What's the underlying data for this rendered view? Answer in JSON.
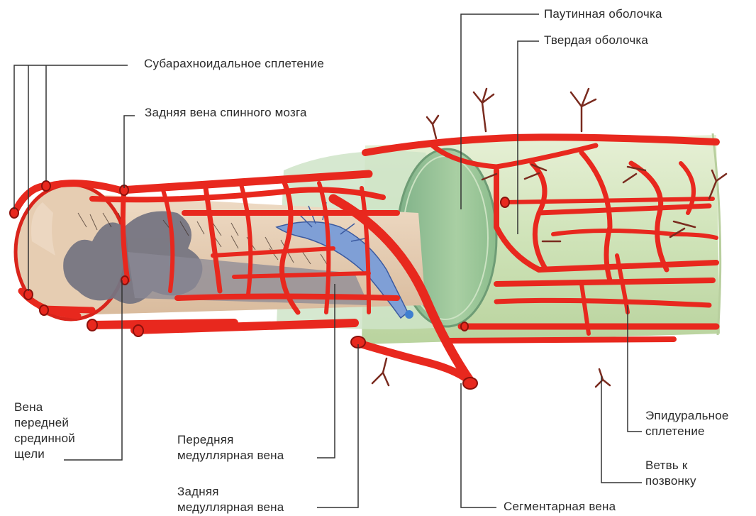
{
  "labels": {
    "subarachnoid_plexus": "Субарахноидальное сплетение",
    "posterior_spinal_vein": "Задняя вена спинного мозга",
    "arachnoid": "Паутинная оболочка",
    "dura": "Твердая оболочка",
    "anterior_median_fissure_vein": "Вена\nпередней\nсрединной\nщели",
    "anterior_medullary_vein": "Передняя\nмедуллярная вена",
    "posterior_medullary_vein": "Задняя\nмедуллярная вена",
    "segmental_vein": "Сегментарная вена",
    "epidural_plexus": "Эпидуральное\nсплетение",
    "vertebral_branch": "Ветвь к\nпозвонку"
  },
  "colors": {
    "vein_red": "#e8281e",
    "vein_dark": "#b3150f",
    "cord_tan": "#e8cfb6",
    "dura_green": "#cfe3b8",
    "arachnoid_green": "#9cc79a",
    "grey_matter": "#6f6e78",
    "nerve_blue": "#7a97cc"
  }
}
